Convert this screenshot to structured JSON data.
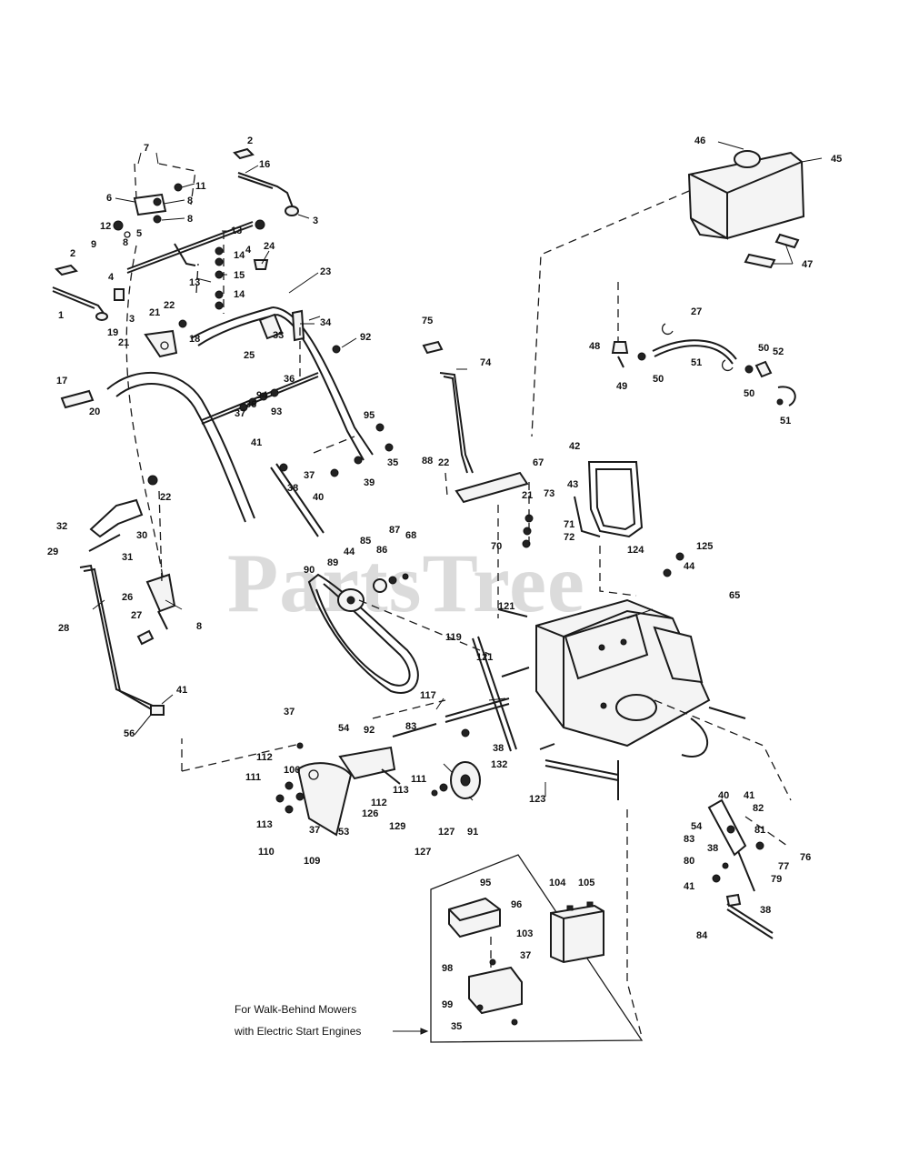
{
  "watermark": "PartsTree",
  "note": {
    "line1": "For Walk-Behind Mowers",
    "line2": "with Electric Start Engines"
  },
  "callouts": {
    "c2a": "2",
    "c16": "16",
    "c7": "7",
    "c3a": "3",
    "c11": "11",
    "c6": "6",
    "c8a": "8",
    "c8b": "8",
    "c12": "12",
    "c5": "5",
    "c13a": "13",
    "c9": "9",
    "c8c": "8",
    "c14a": "14",
    "c24": "24",
    "c2b": "2",
    "c15": "15",
    "c4a": "4",
    "c13b": "13",
    "c14b": "14",
    "c4b": "4",
    "c23": "23",
    "c1": "1",
    "c3b": "3",
    "c21a": "21",
    "c22a": "22",
    "c34": "34",
    "c19": "19",
    "c21b": "21",
    "c18": "18",
    "c33": "33",
    "c92a": "92",
    "c25": "25",
    "c17": "17",
    "c36a": "36",
    "c94": "94",
    "c93": "93",
    "c36b": "36",
    "c20": "20",
    "c37a": "37",
    "c95": "95",
    "c41a": "41",
    "c35a": "35",
    "c37b": "37",
    "c39": "39",
    "c38a": "38",
    "c40a": "40",
    "c22b": "22",
    "c32": "32",
    "c30": "30",
    "c31": "31",
    "c29": "29",
    "c26": "26",
    "c28": "28",
    "c27a": "27",
    "c8d": "8",
    "c41b": "41",
    "c56": "56",
    "c75": "75",
    "c74": "74",
    "c88a": "88",
    "c22c": "22",
    "c67": "67",
    "c21c": "21",
    "c73": "73",
    "c71": "71",
    "c72": "72",
    "c70": "70",
    "c42": "42",
    "c43": "43",
    "c124": "124",
    "c125": "125",
    "c44a": "44",
    "c46": "46",
    "c45": "45",
    "c47": "47",
    "c48": "48",
    "c49": "49",
    "c50a": "50",
    "c27b": "27",
    "c51a": "51",
    "c50b": "50",
    "c52": "52",
    "c50c": "50",
    "c51b": "51",
    "c90": "90",
    "c89": "89",
    "c44b": "44",
    "c85": "85",
    "c86": "86",
    "c87": "87",
    "c68": "68",
    "c65": "65",
    "c121a": "121",
    "c119": "119",
    "c121b": "121",
    "c117": "117",
    "c37c": "37",
    "c54a": "54",
    "c92b": "92",
    "c83a": "83",
    "c38b": "38",
    "c132": "132",
    "c112a": "112",
    "c106": "106",
    "c111a": "111",
    "c111b": "111",
    "c113a": "113",
    "c112b": "112",
    "c113b": "113",
    "c126": "126",
    "c37d": "37",
    "c129": "129",
    "c110": "110",
    "c109": "109",
    "c53": "53",
    "c127a": "127",
    "c127b": "127",
    "c91": "91",
    "c123": "123",
    "c40b": "40",
    "c41c": "41",
    "c82": "82",
    "c54b": "54",
    "c83b": "83",
    "c81": "81",
    "c38c": "38",
    "c76": "76",
    "c80": "80",
    "c77": "77",
    "c41d": "41",
    "c79": "79",
    "c38d": "38",
    "c84": "84",
    "c95b": "95",
    "c96": "96",
    "c104": "104",
    "c105": "105",
    "c103": "103",
    "c37e": "37",
    "c98": "98",
    "c99": "99",
    "c35b": "35"
  }
}
